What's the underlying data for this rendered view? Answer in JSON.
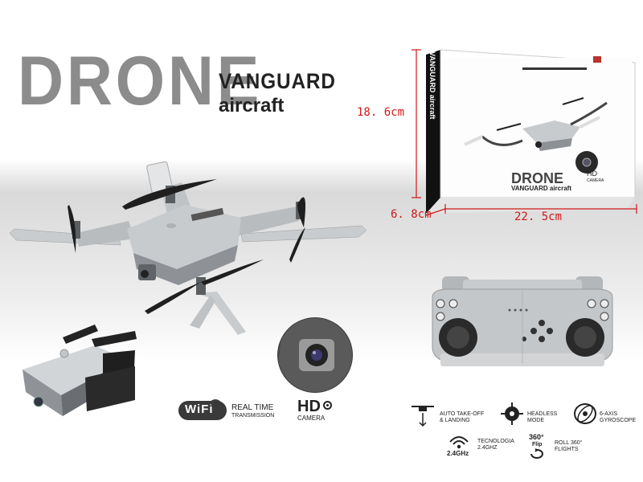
{
  "brand": {
    "title": "DRONE",
    "subtitle": "VANGUARD",
    "tagline": "aircraft"
  },
  "box": {
    "dims": {
      "height": "18. 6cm",
      "depth": "6. 8cm",
      "width": "22. 5cm"
    },
    "brand_title": "DRONE",
    "brand_subtitle": "VANGUARD",
    "brand_tagline": "aircraft",
    "hd_label": "HD",
    "camera_label": "CAMERA"
  },
  "badges": {
    "wifi": "WiFi",
    "realtime_1": "REAL TIME",
    "realtime_2": "TRANSMISSION",
    "hd": "HD",
    "hd_camera": "CAMERA"
  },
  "features": [
    {
      "icon": "drone-takeoff-icon",
      "line1": "AUTO TAKE-OFF",
      "line2": "& LANDING"
    },
    {
      "icon": "headless-mode-icon",
      "line1": "HEADLESS",
      "line2": "MODE"
    },
    {
      "icon": "gyroscope-icon",
      "line1": "6-AXIS",
      "line2": "GYROSCOPE"
    },
    {
      "icon": "signal-icon",
      "caption": "2.4GHz",
      "line1": "TECNOLOGIA",
      "line2": "2.4GHZ"
    },
    {
      "icon": "flip-icon",
      "caption_1": "360°",
      "caption_2": "Flip",
      "line1": "ROLL 360°",
      "line2": "FLIGHTS"
    }
  ],
  "colors": {
    "dimension": "#d01818",
    "brand_gray": "#8c8c8c",
    "drone_body": "#c3c6c9",
    "prop": "#1f1f1f"
  }
}
